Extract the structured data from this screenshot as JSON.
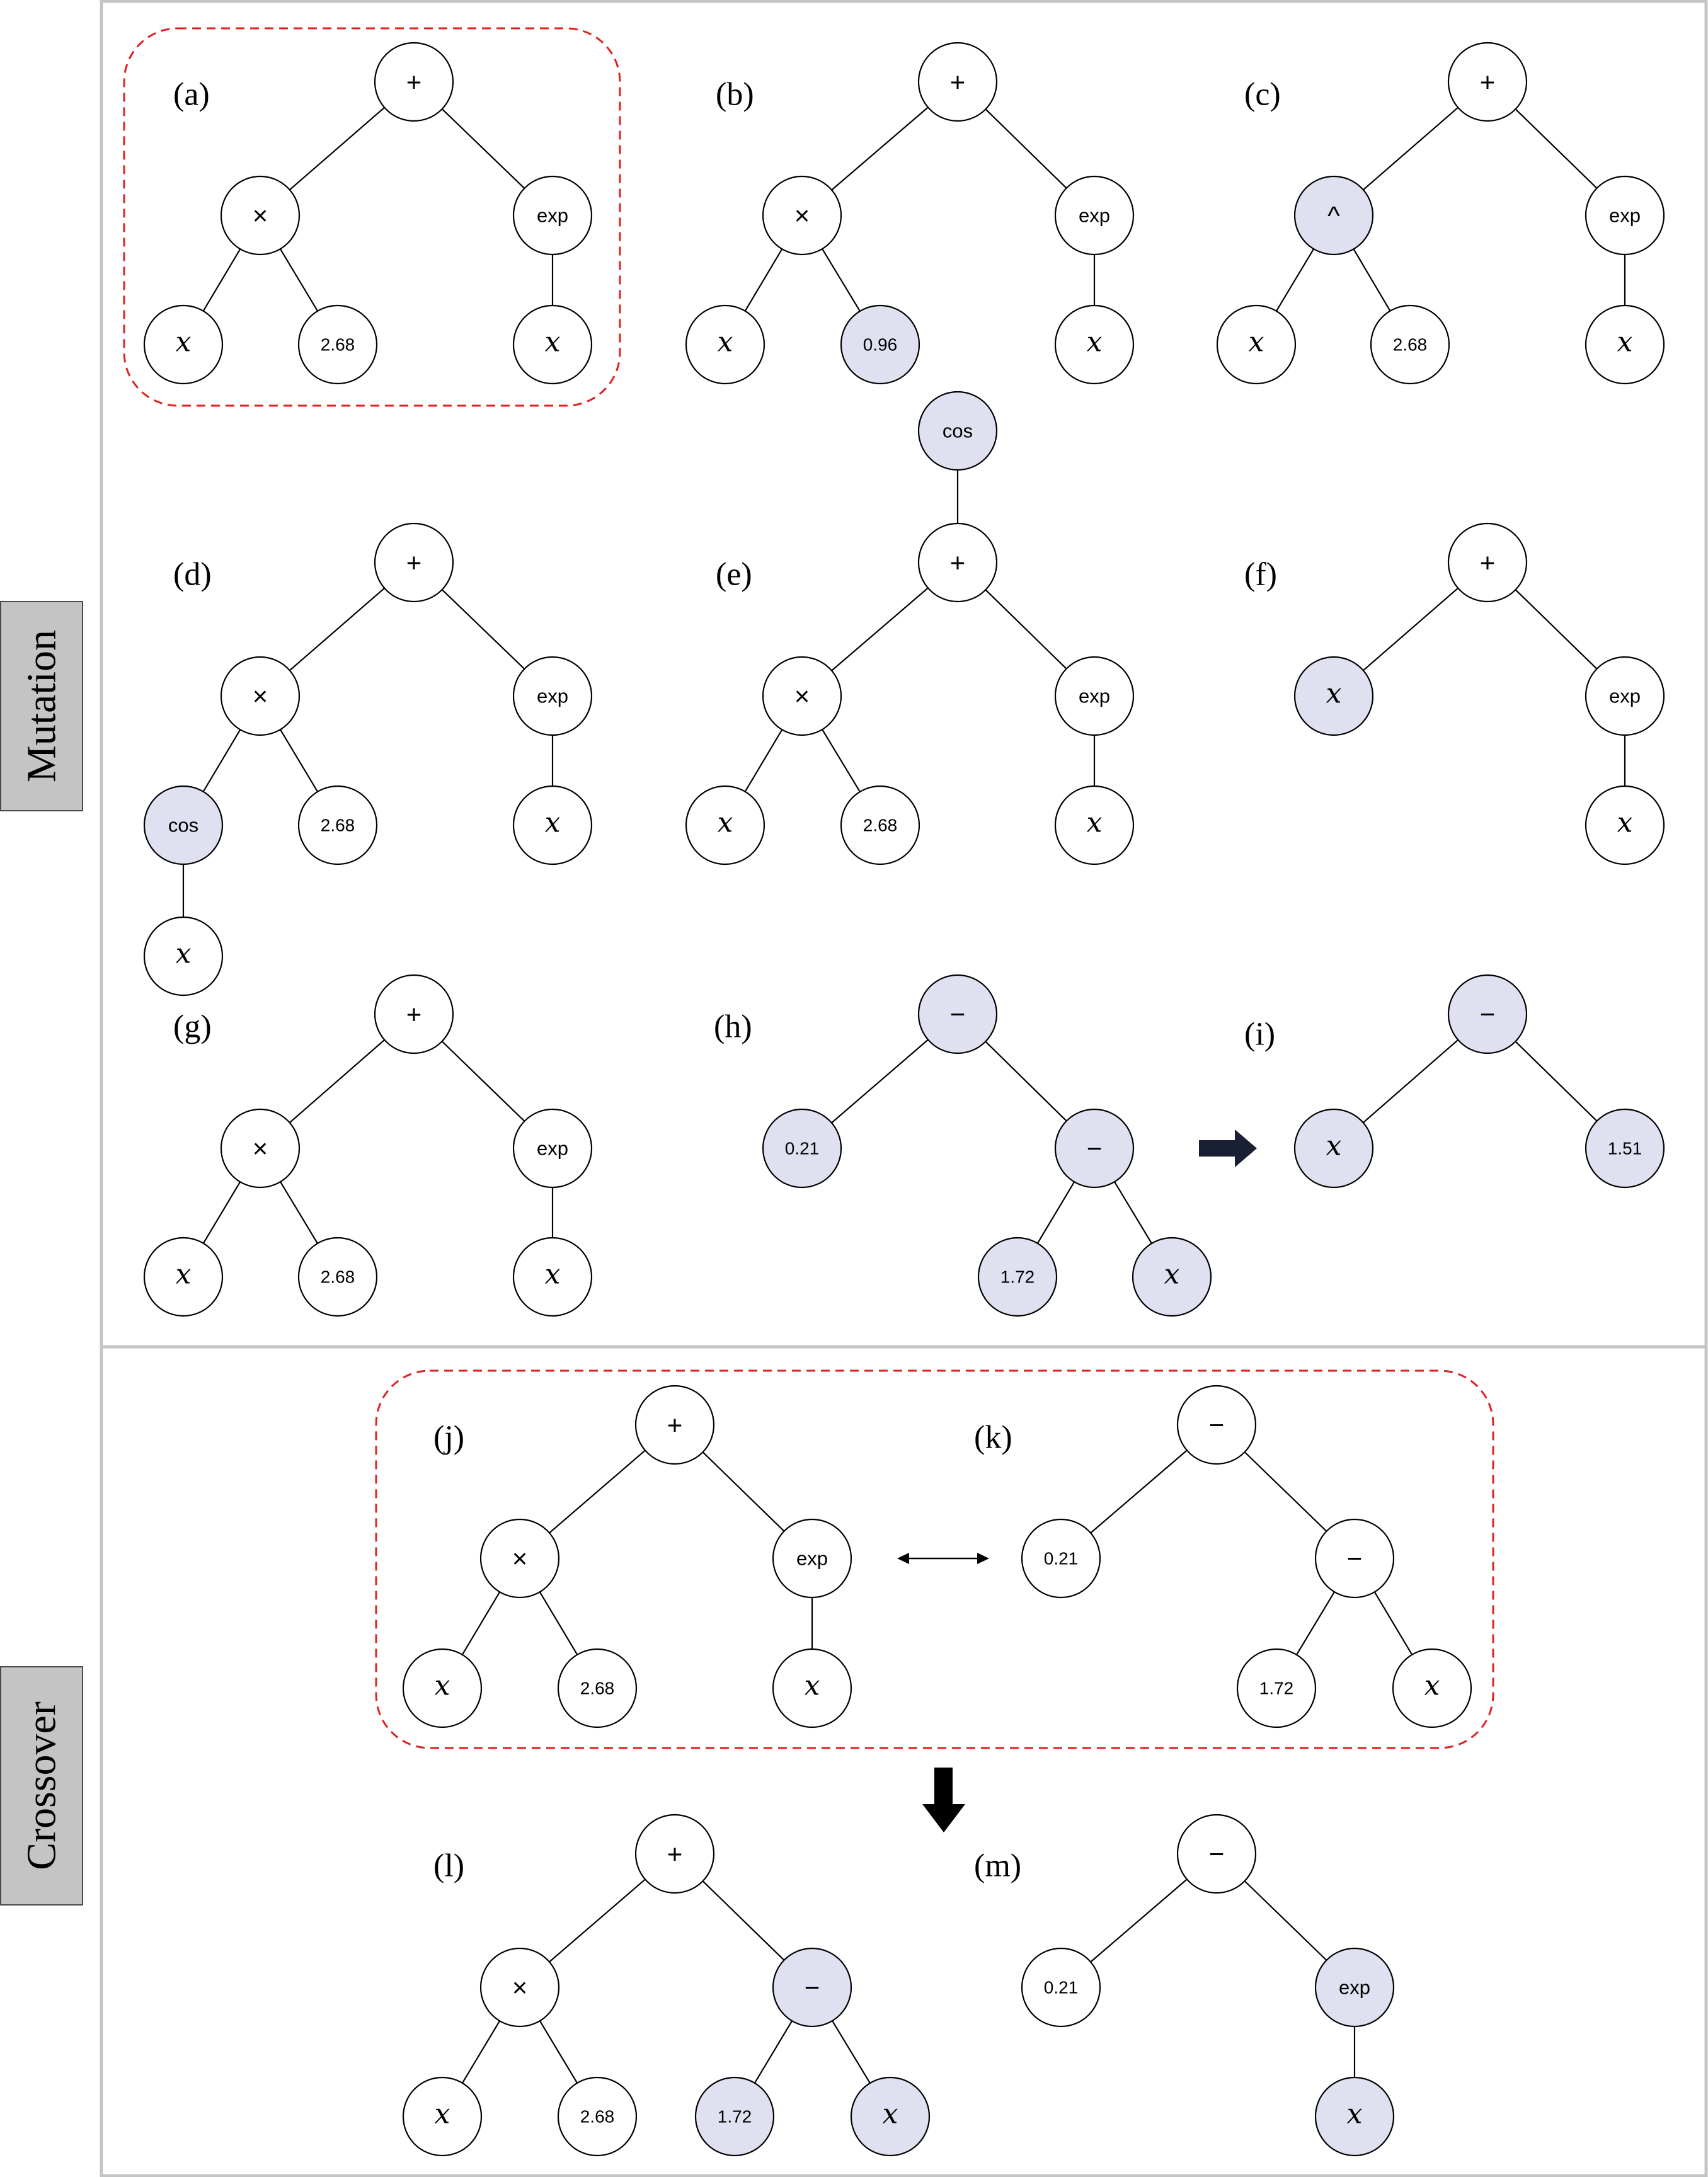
{
  "sections": {
    "mutation": "Mutation",
    "crossover": "Crossover"
  },
  "colors": {
    "node_default": "#ffffff",
    "node_changed": "#dfe1f0",
    "highlight_box": "#e02020",
    "arrow_fill": "#1a2033"
  },
  "panels": [
    {
      "id": "a",
      "label": "(a)",
      "nodes": [
        {
          "id": "n1",
          "text": "+"
        },
        {
          "id": "n2",
          "text": "×"
        },
        {
          "id": "n3",
          "text": "exp"
        },
        {
          "id": "n4",
          "text": "x"
        },
        {
          "id": "n5",
          "text": "2.68"
        },
        {
          "id": "n6",
          "text": "x"
        }
      ]
    },
    {
      "id": "b",
      "label": "(b)",
      "nodes": [
        {
          "id": "n1",
          "text": "+"
        },
        {
          "id": "n2",
          "text": "×"
        },
        {
          "id": "n3",
          "text": "exp"
        },
        {
          "id": "n4",
          "text": "x"
        },
        {
          "id": "n5",
          "text": "0.96",
          "changed": true
        },
        {
          "id": "n6",
          "text": "x"
        }
      ]
    },
    {
      "id": "c",
      "label": "(c)",
      "nodes": [
        {
          "id": "n1",
          "text": "+"
        },
        {
          "id": "n2",
          "text": "^",
          "changed": true
        },
        {
          "id": "n3",
          "text": "exp"
        },
        {
          "id": "n4",
          "text": "x"
        },
        {
          "id": "n5",
          "text": "2.68"
        },
        {
          "id": "n6",
          "text": "x"
        }
      ]
    },
    {
      "id": "d",
      "label": "(d)",
      "nodes": [
        {
          "id": "n1",
          "text": "+"
        },
        {
          "id": "n2",
          "text": "×"
        },
        {
          "id": "n3",
          "text": "exp"
        },
        {
          "id": "n4",
          "text": "cos",
          "changed": true
        },
        {
          "id": "n5",
          "text": "2.68"
        },
        {
          "id": "n6",
          "text": "x"
        },
        {
          "id": "n7",
          "text": "x"
        }
      ]
    },
    {
      "id": "e",
      "label": "(e)",
      "nodes": [
        {
          "id": "n0",
          "text": "cos",
          "changed": true
        },
        {
          "id": "n1",
          "text": "+"
        },
        {
          "id": "n2",
          "text": "×"
        },
        {
          "id": "n3",
          "text": "exp"
        },
        {
          "id": "n4",
          "text": "x"
        },
        {
          "id": "n5",
          "text": "2.68"
        },
        {
          "id": "n6",
          "text": "x"
        }
      ]
    },
    {
      "id": "f",
      "label": "(f)",
      "nodes": [
        {
          "id": "n1",
          "text": "+"
        },
        {
          "id": "n2",
          "text": "x",
          "changed": true
        },
        {
          "id": "n3",
          "text": "exp"
        },
        {
          "id": "n6",
          "text": "x"
        }
      ]
    },
    {
      "id": "g",
      "label": "(g)",
      "nodes": [
        {
          "id": "n1",
          "text": "+"
        },
        {
          "id": "n2",
          "text": "×"
        },
        {
          "id": "n3",
          "text": "exp"
        },
        {
          "id": "n4",
          "text": "x"
        },
        {
          "id": "n5",
          "text": "2.68"
        },
        {
          "id": "n6",
          "text": "x"
        }
      ]
    },
    {
      "id": "h",
      "label": "(h)",
      "nodes": [
        {
          "id": "n1",
          "text": "−",
          "changed": true
        },
        {
          "id": "n2",
          "text": "0.21",
          "changed": true
        },
        {
          "id": "n3",
          "text": "−",
          "changed": true
        },
        {
          "id": "n5",
          "text": "1.72",
          "changed": true
        },
        {
          "id": "n6",
          "text": "x",
          "changed": true
        }
      ]
    },
    {
      "id": "i",
      "label": "(i)",
      "nodes": [
        {
          "id": "n1",
          "text": "−",
          "changed": true
        },
        {
          "id": "n2",
          "text": "x",
          "changed": true
        },
        {
          "id": "n3",
          "text": "1.51",
          "changed": true
        }
      ]
    },
    {
      "id": "j",
      "label": "(j)",
      "nodes": [
        {
          "id": "n1",
          "text": "+"
        },
        {
          "id": "n2",
          "text": "×"
        },
        {
          "id": "n3",
          "text": "exp"
        },
        {
          "id": "n4",
          "text": "x"
        },
        {
          "id": "n5",
          "text": "2.68"
        },
        {
          "id": "n6",
          "text": "x"
        }
      ]
    },
    {
      "id": "k",
      "label": "(k)",
      "nodes": [
        {
          "id": "n1",
          "text": "−"
        },
        {
          "id": "n2",
          "text": "0.21"
        },
        {
          "id": "n3",
          "text": "−"
        },
        {
          "id": "n5",
          "text": "1.72"
        },
        {
          "id": "n6",
          "text": "x"
        }
      ]
    },
    {
      "id": "l",
      "label": "(l)",
      "nodes": [
        {
          "id": "n1",
          "text": "+"
        },
        {
          "id": "n2",
          "text": "×"
        },
        {
          "id": "n3",
          "text": "−",
          "changed": true
        },
        {
          "id": "n4",
          "text": "x"
        },
        {
          "id": "n5",
          "text": "2.68"
        },
        {
          "id": "n6",
          "text": "1.72",
          "changed": true
        },
        {
          "id": "n7",
          "text": "x",
          "changed": true
        }
      ]
    },
    {
      "id": "m",
      "label": "(m)",
      "nodes": [
        {
          "id": "n1",
          "text": "−"
        },
        {
          "id": "n2",
          "text": "0.21"
        },
        {
          "id": "n3",
          "text": "exp",
          "changed": true
        },
        {
          "id": "n6",
          "text": "x",
          "changed": true
        }
      ]
    }
  ]
}
